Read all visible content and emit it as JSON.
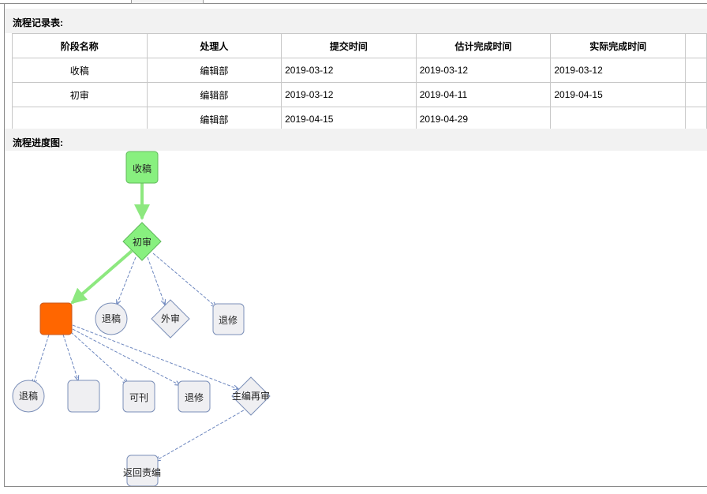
{
  "records_title": "流程记录表:",
  "flow_title": "流程进度图:",
  "table": {
    "headers": [
      "阶段名称",
      "处理人",
      "提交时间",
      "估计完成时间",
      "实际完成时间",
      ""
    ],
    "rows": [
      [
        "收稿",
        "编辑部",
        "2019-03-12",
        "2019-03-12",
        "2019-03-12",
        ""
      ],
      [
        "初审",
        "编辑部",
        "2019-03-12",
        "2019-04-11",
        "2019-04-15",
        ""
      ],
      [
        "",
        "编辑部",
        "2019-04-15",
        "2019-04-29",
        "",
        ""
      ]
    ]
  },
  "flow": {
    "nodes": {
      "receive": "收稿",
      "first_review": "初审",
      "current": "",
      "reject1": "退稿",
      "external_review": "外审",
      "revise1": "退修",
      "reject2": "退稿",
      "blank": "",
      "accept": "可刊",
      "revise2": "退修",
      "editor_rereview": "主编再审",
      "return_editor": "返回责编"
    }
  },
  "colors": {
    "done_fill": "#88f07f",
    "done_stroke": "#5fb85a",
    "current_fill": "#ff6600",
    "pending_fill": "#efeff2",
    "pending_stroke": "#7b8fb8",
    "done_arrow": "#8de87f",
    "pending_arrow": "#6d87bf"
  }
}
